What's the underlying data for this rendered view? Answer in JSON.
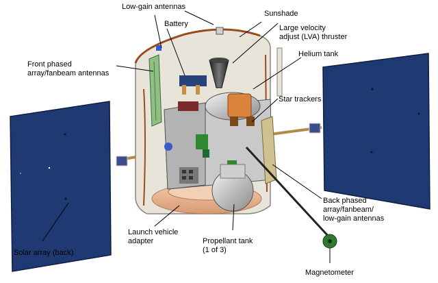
{
  "labels": {
    "low_gain_antennas": "Low-gain antennas",
    "sunshade": "Sunshade",
    "battery": "Battery",
    "lva_thruster": "Large velocity\nadjust (LVA) thruster",
    "front_phased_array": "Front phased\narray/fanbeam antennas",
    "helium_tank": "Helium tank",
    "star_trackers": "Star trackers",
    "back_phased_array": "Back phased\narray/fanbeam/\nlow-gain antennas",
    "launch_vehicle_adapter": "Launch vehicle\nadapter",
    "propellant_tank": "Propellant tank\n(1 of 3)",
    "solar_array_back": "Solar array (back)",
    "magnetometer": "Magnetometer"
  },
  "colors": {
    "solar_panel": "#1f3a73",
    "thermal_blanket": "#e6e2d8",
    "copper_adapter": "#e7b48f",
    "harness": "#9a4b1d",
    "leader_line": "#000000"
  }
}
